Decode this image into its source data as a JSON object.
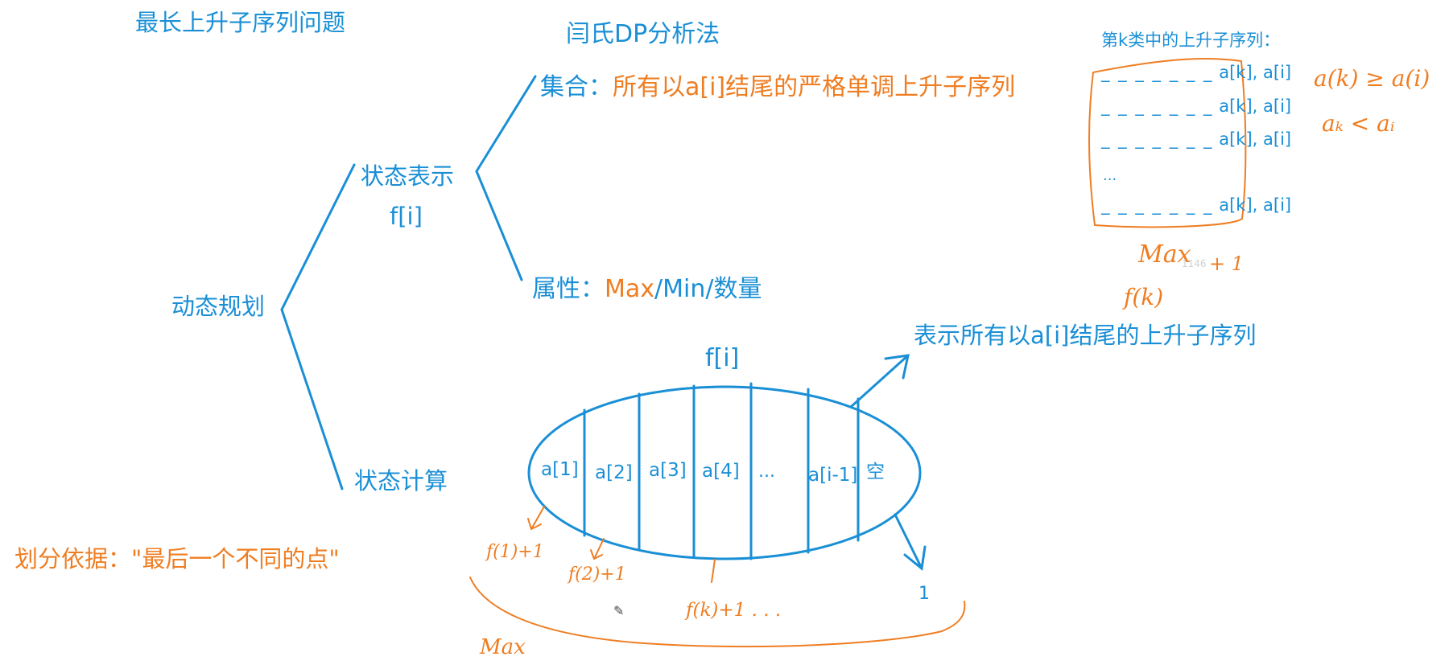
{
  "title": "最长上升子序列问题",
  "method": "闫氏DP分析法",
  "root": "动态规划",
  "state_repr": {
    "label": "状态表示",
    "symbol": "f[i]"
  },
  "set": {
    "label": "集合：",
    "content": "所有以a[i]结尾的严格单调上升子序列"
  },
  "attribute": {
    "label": "属性：",
    "max": "Max",
    "rest": "/Min/数量"
  },
  "state_calc": "状态计算",
  "partition": "划分依据：\"最后一个不同的点\"",
  "ellipse": {
    "title": "f[i]",
    "cells": [
      "a[1]",
      "a[2]",
      "a[3]",
      "a[4]",
      "...",
      "a[i-1]",
      "空"
    ],
    "arrow_text": "表示所有以a[i]结尾的上升子序列",
    "empty_value": "1"
  },
  "kth_box": {
    "title": "第k类中的上升子序列：",
    "dashes": "_ _ _ _ _ _ _",
    "rows": [
      {
        "left": "a[k]",
        "right": "a[i]"
      },
      {
        "left": "a[k]",
        "right": "a[i]"
      },
      {
        "left": "a[k]",
        "right": "a[i]"
      },
      {
        "left": "a[k]",
        "right": "a[i]"
      }
    ],
    "ellipsis": "..."
  },
  "handwriting": {
    "cond1": "a(k) ≥ a(i)",
    "cond2": "aₖ < aᵢ",
    "max_label": "Max",
    "plus_one": "+ 1",
    "fk": "f(k)",
    "f1": "f(1)+1",
    "f2": "f(2)+1",
    "fk_dots": "f(k)+1 . . .",
    "max_bottom": "Max"
  },
  "watermark": "1146"
}
